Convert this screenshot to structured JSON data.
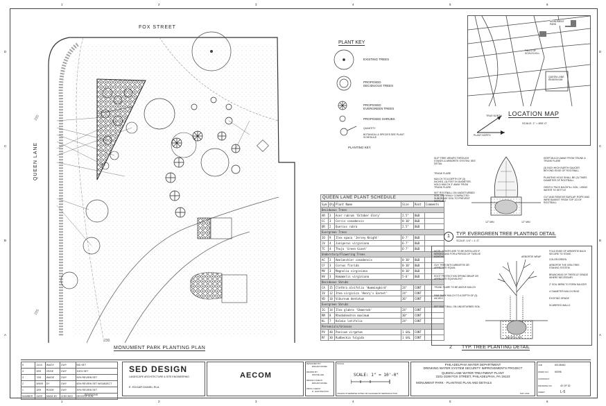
{
  "sheet": {
    "grid_top": [
      "1",
      "2",
      "3",
      "4",
      "5",
      "6"
    ],
    "grid_side": [
      "D",
      "C",
      "B",
      "A"
    ]
  },
  "plan": {
    "title": "MONUMENT PARK PLANTING PLAN",
    "street_top": "FOX STREET",
    "street_left": "QUEEN LANE",
    "contours": [
      "220",
      "225",
      "230"
    ]
  },
  "plant_key": {
    "title": "PLANT KEY",
    "items": [
      {
        "label": "EXISTING TREES"
      },
      {
        "label": "PROPOSED DECIDUOUS TREES"
      },
      {
        "label": "PROPOSED EVERGREEN TREES"
      },
      {
        "label": "PROPOSED SHRUBS"
      },
      {
        "label": "QUANTITY"
      },
      {
        "label": "BOTANICAL & SPECIES SEE PLANT SCHEDULE"
      }
    ],
    "caption": "PLANTING KEY"
  },
  "location_map": {
    "title": "LOCATION MAP",
    "scale": "SCALE: 1\" = 800'-0\"",
    "labels": [
      "MONUMENT PARK",
      "FALLS OF SCHUYLKILL",
      "QUEEN LANE RESERVOIR",
      "TRUE NORTH",
      "PLANT NORTH"
    ]
  },
  "schedule": {
    "title": "QUEEN LANE PLANT SCHEDULE",
    "headers": [
      "Sym",
      "Qty",
      "Plant Name",
      "Size",
      "Root",
      "Comments"
    ],
    "rows": [
      {
        "section": "Deciduous Trees"
      },
      {
        "cells": [
          "AR",
          "3",
          "Acer rubrum 'October Glory'",
          "2.5\"",
          "B&B",
          ""
        ]
      },
      {
        "cells": [
          "CC",
          "3",
          "Cercis canadensis",
          "8-10'",
          "B&B",
          ""
        ]
      },
      {
        "cells": [
          "QR",
          "2",
          "Quercus rubra",
          "2.5\"",
          "B&B",
          ""
        ]
      },
      {
        "section": "Evergreen Trees"
      },
      {
        "cells": [
          "IO",
          "9",
          "Ilex opaca 'Jersey Knight'",
          "6-7'",
          "B&B",
          ""
        ]
      },
      {
        "cells": [
          "JV",
          "4",
          "Juniperus virginiana",
          "6-7'",
          "B&B",
          ""
        ]
      },
      {
        "cells": [
          "TC",
          "4",
          "Thuja 'Green Giant'",
          "6-7'",
          "B&B",
          ""
        ]
      },
      {
        "section": "Understory/Flowering Trees"
      },
      {
        "cells": [
          "AC",
          "3",
          "Amelanchier canadensis",
          "8-10'",
          "B&B",
          ""
        ]
      },
      {
        "cells": [
          "CF",
          "3",
          "Cornus florida",
          "8-10'",
          "B&B",
          ""
        ]
      },
      {
        "cells": [
          "MV",
          "3",
          "Magnolia virginiana",
          "8-10'",
          "B&B",
          ""
        ]
      },
      {
        "cells": [
          "HV",
          "3",
          "Hamamelis virginiana",
          "5-6'",
          "B&B",
          ""
        ]
      },
      {
        "section": "Deciduous Shrubs"
      },
      {
        "cells": [
          "CA",
          "15",
          "Clethra alnifolia 'Hummingbird'",
          "24\"",
          "CONT",
          ""
        ]
      },
      {
        "cells": [
          "IV",
          "12",
          "Itea virginica 'Henry's Garnet'",
          "24\"",
          "CONT",
          ""
        ]
      },
      {
        "cells": [
          "VD",
          "10",
          "Viburnum dentatum",
          "36\"",
          "CONT",
          ""
        ]
      },
      {
        "section": "Evergreen Shrubs"
      },
      {
        "cells": [
          "IG",
          "14",
          "Ilex glabra 'Shamrock'",
          "24\"",
          "CONT",
          ""
        ]
      },
      {
        "cells": [
          "RM",
          "8",
          "Rhododendron maximum",
          "30\"",
          "CONT",
          ""
        ]
      },
      {
        "cells": [
          "KL",
          "7",
          "Kalmia latifolia",
          "24\"",
          "CONT",
          ""
        ]
      },
      {
        "section": "Perennials/Grasses"
      },
      {
        "cells": [
          "PV",
          "40",
          "Panicum virgatum",
          "1 GAL",
          "CONT",
          ""
        ]
      },
      {
        "cells": [
          "RF",
          "30",
          "Rudbeckia fulgida",
          "1 GAL",
          "CONT",
          ""
        ]
      }
    ]
  },
  "detail_1": {
    "number": "1",
    "title": "TYP. EVERGREEN TREE PLANTING DETAIL",
    "scale": "SCALE: 1/4\" = 1'-0\"",
    "notes_left": [
      "SLIP TREE WRAPS THROUGH STAKES & ARBORITE SYSTEM, SEE DETAIL",
      "TRUNK FLARE",
      "MULCH TO A DEPTH OF (3) INCHES, (3) FEET IN DIAMETER. HOLD MULCH 3\" AWAY FROM TRUNK FLARE.",
      "SET ROOTBALL ON UNDISTURBED SOIL OR FIRMLY COMPACTED SUBGRADE SOIL TO PREVENT SETTLING"
    ],
    "notes_right": [
      "KEEP MULCH AWAY FROM TRUNK & TRUNK FLARE",
      "(3) INCH HIGH EARTH SAUCER BEYOND EDGE OF ROOTBALL",
      "PLANTING HOLE SHALL BE (3) TIMES DIAMETER OF ROOTBALL",
      "GENTLY PACK BACKFILL SOIL, USING WATER TO SETTLE",
      "CUT AND REMOVE BURLAP, ROPE AND WIRE BASKET FROM TOP 1/3 OF ROOTBALL"
    ],
    "dims": [
      "12\" MIN",
      "12\" MIN"
    ]
  },
  "detail_2": {
    "number": "2",
    "title": "TYP. TREE PLANTING DETAIL",
    "notes_left": [
      "NOTE: STAKES ARE TO BE INSTALLED IF NEEDED AND FOR A PERIOD OF TWELVE MONTHS.",
      "GUY TREE WITH ARBORTIE OR APPROVED EQUAL",
      "ROOT PROTECTION SPRING BRAIP OR APPROVED EQUIVALENT",
      "TRUNK FLARE TO BE ABOVE MULCH",
      "FINE BARK MULCH TO A DEPTH OF (3) INCHES",
      "SET ROOT BALL ON UNDISTURBED SOIL"
    ],
    "notes_right": [
      "ARBORTIE WRAP",
      "FOLD ENDS OF ARBORTIE BACK SECURE TO STAKE",
      "COLOR:GREEN",
      "ARBORTIE THE GRN-TREE STAKING SYSTEM",
      "BRANCHING OF TREES AT GRADE WHERE NECESSARY",
      "2\" SOIL BERM TO FORM SAUCER",
      "4' DIAMETER MULCH RING",
      "EXISTING GRADE",
      "SCARIFIED WALLS",
      "BACKFILL MIX"
    ]
  },
  "title_block": {
    "revisions": [
      {
        "no": "5",
        "date": "11/10",
        "by": "WA/DY",
        "chk": "CWY",
        "desc": "BID SET"
      },
      {
        "no": "4",
        "date": "9/09",
        "by": "VE/DE",
        "chk": "CWY",
        "desc": "100% SET"
      },
      {
        "no": "3",
        "date": "7/09",
        "by": "WA/DE",
        "chk": "CWY",
        "desc": "90% REVIEW SET"
      },
      {
        "no": "2",
        "date": "5/9/09",
        "by": "DY",
        "chk": "CWY",
        "desc": "60% REVIEW SET W/SUBJECT"
      },
      {
        "no": "1",
        "date": "3/09",
        "by": "RO/DE",
        "chk": "CWY",
        "desc": "30% REVIEW SET"
      }
    ],
    "rev_headers": [
      "NUMBER",
      "DATE",
      "MADE BY",
      "CHECKED",
      "DESCRIPTION"
    ],
    "rev_caption": "REVISIONS",
    "firm": "SED DESIGN",
    "firm_sub": "LANDSCAPE ARCHITECTURE & SITE ENGINEERING",
    "firm_person": "E. EDGAR DANIEL RLA",
    "aecom": "AECOM",
    "designed_by_label": "DESIGNED BY:",
    "designed_by": "EDGAR DANIEL",
    "drawn_by_label": "DRAWN BY:",
    "drawn_by": "WAYNE LEE",
    "design_check_label": "DESIGN CHECK:",
    "design_check": "EDGAR DANIEL",
    "prog_check_label": "PROG CHECK:",
    "prog_check": "D. HUNTINGTON",
    "scale_label": "SCALE:",
    "scale_value": "SCALE: 1\" = 10'-0\"",
    "scale_note": "UNLESS OTHERWISE NOTED OR CHANGED BY REPRODUCTION",
    "dept": "PHILADELPHIA WATER DEPARTMENT",
    "project1": "DRINKING WATER SYSTEM SECURITY IMPROVEMENTS PROJECT",
    "project2": "QUEEN LANE WATER TREATMENT PLANT",
    "project3": "3101-3199 FOX STREET, PHILADELPHIA, PA 19123",
    "sheet_title": "MONUMENT PARK - PLANTING PLAN AND DETAILS",
    "date": "MAY 2011",
    "job_label": "JOB",
    "job": "60138462",
    "work_no_label": "WORK NO.",
    "work_no": "60096",
    "contract_label": "CONTRACT",
    "drawing_no_label": "DRAWING NO.",
    "drawing_no": "40 OF 52",
    "sheet_label": "SHEET",
    "sheet": "L-5"
  },
  "colors": {
    "line": "#333333",
    "hatch": "#555555",
    "fill": "#cfcfcf"
  }
}
